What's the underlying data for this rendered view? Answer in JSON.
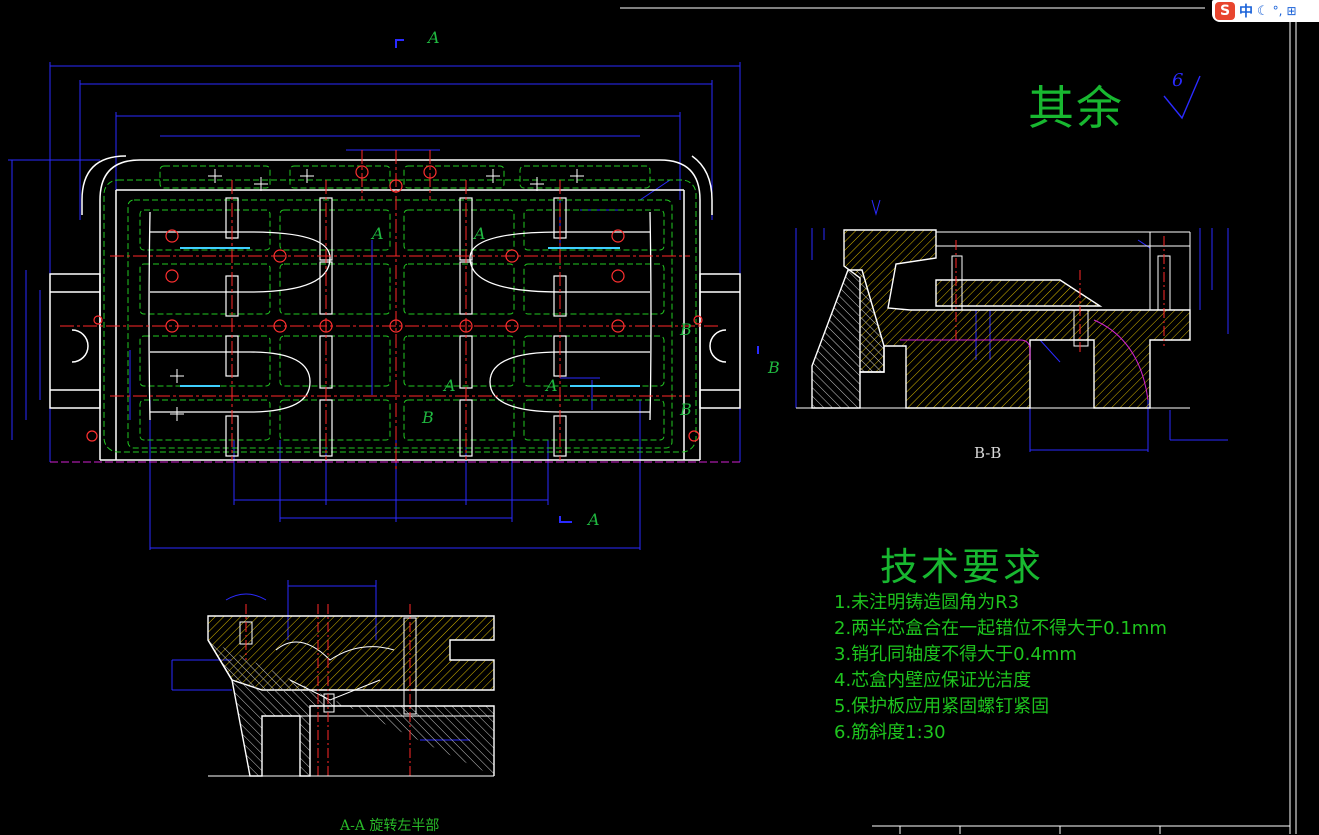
{
  "ime": {
    "logo": "S",
    "lang": "中",
    "mode_icon": "moon-icon",
    "punct": "°,",
    "extra": "⊞"
  },
  "remainder_roughness": {
    "label": "其余",
    "value": "6"
  },
  "tech_requirements": {
    "title": "技术要求",
    "items": [
      "1.未注明铸造圆角为R3",
      "2.两半芯盒合在一起错位不得大于0.1mm",
      "3.销孔同轴度不得大于0.4mm",
      "4.芯盒内壁应保证光洁度",
      "5.保护板应用紧固螺钉紧固",
      "6.筋斜度1:30"
    ]
  },
  "views": {
    "section_bb": "B-B",
    "section_aa": "A-A 旋转左半部",
    "label_a": "A",
    "label_b": "B"
  },
  "colors": {
    "background": "#000000",
    "outline": "#ffffff",
    "dimension": "#2020ff",
    "centerline": "#ff2020",
    "hidden": "#20c020",
    "text": "#18b830",
    "magenta": "#d020d0",
    "hatch": "#e0c000"
  }
}
